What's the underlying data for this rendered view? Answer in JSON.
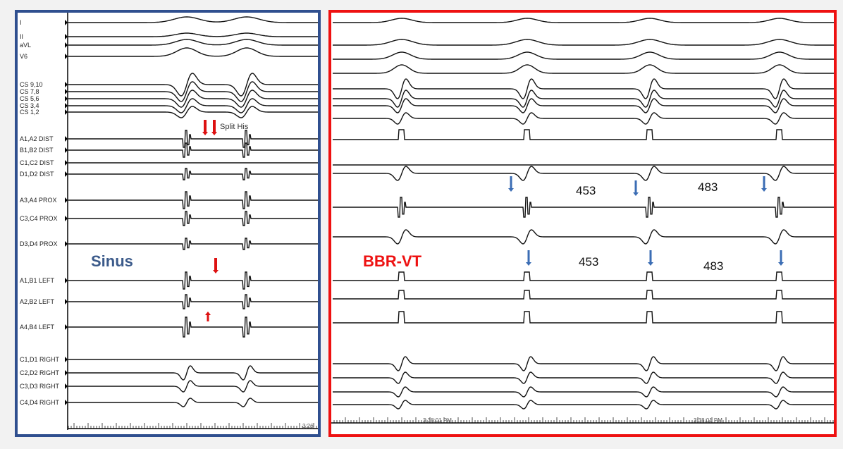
{
  "left_panel": {
    "title": "Sinus",
    "annotation": "Split His",
    "channels": [
      "I",
      "II",
      "aVL",
      "V6",
      "CS 9,10",
      "CS 7,8",
      "CS 5,6",
      "CS 3,4",
      "CS 1,2",
      "A1,A2 DIST",
      "B1,B2 DIST",
      "C1,C2 DIST",
      "D1,D2 DIST",
      "A3,A4 PROX",
      "C3,C4 PROX",
      "D3,D4 PROX",
      "A1,B1 LEFT",
      "A2,B2 LEFT",
      "A4,B4 LEFT",
      "C1,D1 RIGHT",
      "C2,D2 RIGHT",
      "C3,D3 RIGHT",
      "C4,D4 RIGHT"
    ],
    "timestamp": "3:26"
  },
  "right_panel": {
    "title": "BBR-VT",
    "intervals_top": [
      "453",
      "483"
    ],
    "intervals_bottom": [
      "453",
      "483"
    ],
    "timestamps": [
      "3:38:01 PM",
      "3:38:01 PM"
    ]
  },
  "colors": {
    "left_border": "#2f4f8f",
    "right_border": "#ee1111",
    "red_arrow": "#dd1111",
    "blue_arrow": "#3b6db4",
    "sinus_text": "#3b5a8a",
    "bbrvt_text": "#ee1111"
  }
}
